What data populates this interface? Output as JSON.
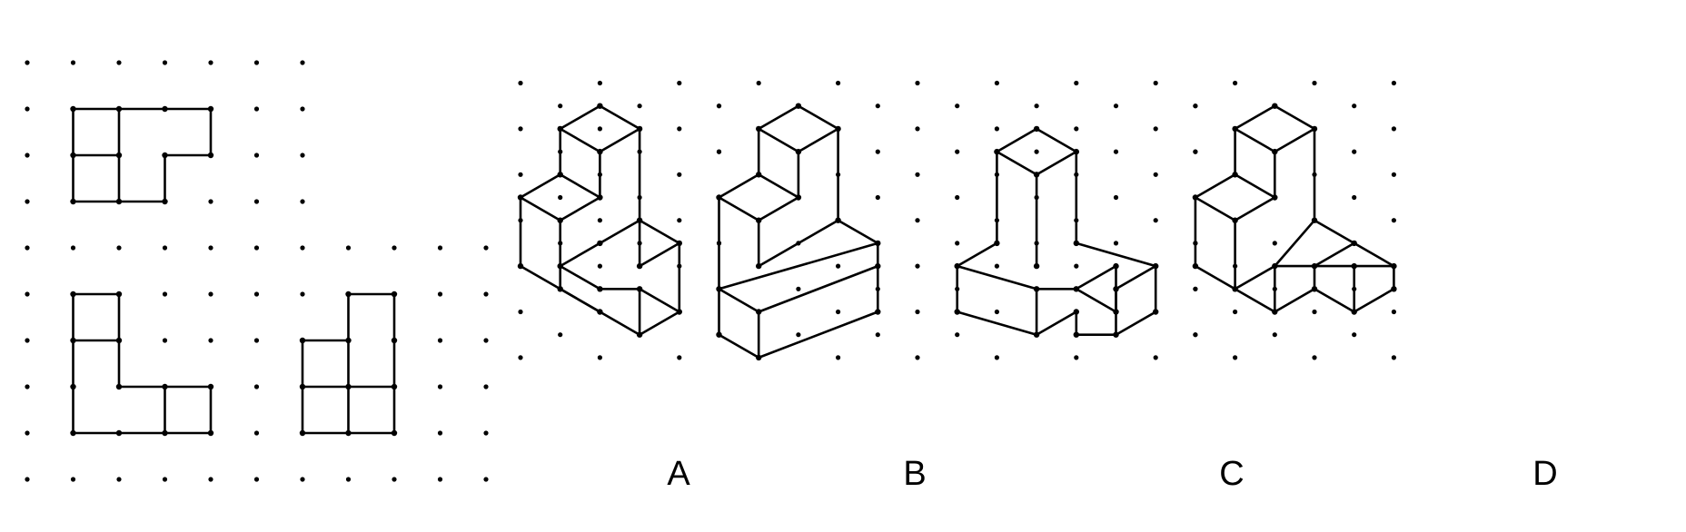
{
  "colors": {
    "line": "#000000",
    "background": "#ffffff"
  },
  "options": [
    {
      "id": "a",
      "label": "A"
    },
    {
      "id": "b",
      "label": "B"
    },
    {
      "id": "c",
      "label": "C"
    },
    {
      "id": "d",
      "label": "D"
    }
  ]
}
